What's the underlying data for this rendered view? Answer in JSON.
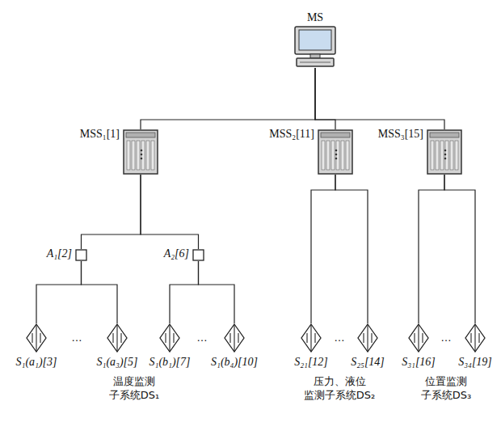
{
  "diagram": {
    "nodes": [
      {
        "text": [
          "MS"
        ]
      },
      {
        "text": [
          "MSS₁[1]"
        ]
      },
      {
        "text": [
          "A₁[2]"
        ]
      },
      {
        "text": [
          "S₁(a₁)[3]"
        ]
      },
      {
        "text": [
          "S₁(a₃)[5]"
        ]
      },
      {
        "text": [
          "A₂[6]"
        ]
      },
      {
        "text": [
          "S₁(b₁)[7]"
        ]
      },
      {
        "text": [
          "S₁(b₄)[10]"
        ]
      },
      {
        "text": [
          "MSS₂[11]"
        ]
      },
      {
        "text": [
          "S₂₁[12]"
        ]
      },
      {
        "text": [
          "S₂₅[14]"
        ]
      },
      {
        "text": [
          "MSS₃[15]"
        ]
      },
      {
        "text": [
          "S₃₁[16]"
        ]
      },
      {
        "text": [
          "S₃₄[19]"
        ]
      }
    ],
    "edges": [
      {
        "from": 0,
        "to": 1,
        "arrow": "none"
      },
      {
        "from": 0,
        "to": 8,
        "arrow": "none"
      },
      {
        "from": 0,
        "to": 11,
        "arrow": "none"
      },
      {
        "from": 1,
        "to": 2,
        "arrow": "none"
      },
      {
        "from": 1,
        "to": 5,
        "arrow": "none"
      },
      {
        "from": 2,
        "to": 3,
        "arrow": "none"
      },
      {
        "from": 2,
        "to": 4,
        "arrow": "none"
      },
      {
        "from": 5,
        "to": 6,
        "arrow": "none"
      },
      {
        "from": 5,
        "to": 7,
        "arrow": "none"
      },
      {
        "from": 8,
        "to": 9,
        "arrow": "none"
      },
      {
        "from": 8,
        "to": 10,
        "arrow": "none"
      },
      {
        "from": 11,
        "to": 12,
        "arrow": "none"
      },
      {
        "from": 11,
        "to": 13,
        "arrow": "none"
      }
    ],
    "labels": [
      "…",
      "…",
      "…",
      "…",
      "温度监测 子系统DS₁",
      "压力、液位 监测子系统DS₂",
      "位置监测 子系统DS₃"
    ]
  }
}
